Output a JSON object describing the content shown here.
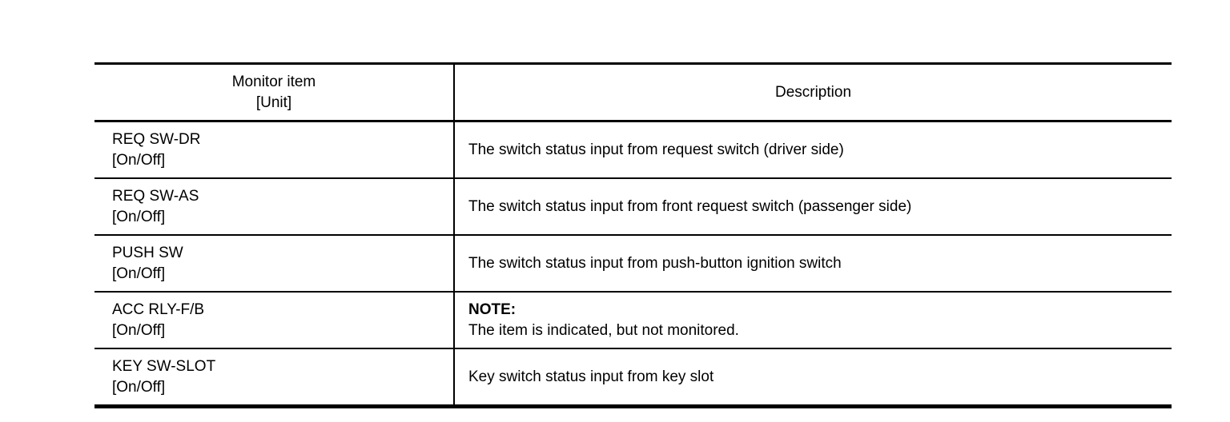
{
  "table": {
    "header": {
      "col1_line1": "Monitor item",
      "col1_line2": "[Unit]",
      "col2": "Description"
    },
    "rows": [
      {
        "item": "REQ SW-DR",
        "unit": "[On/Off]",
        "description": "The switch status input from request switch (driver side)"
      },
      {
        "item": "REQ SW-AS",
        "unit": "[On/Off]",
        "description": "The switch status input from front request switch (passenger side)"
      },
      {
        "item": "PUSH SW",
        "unit": "[On/Off]",
        "description": "The switch status input from push-button ignition switch"
      },
      {
        "item": "ACC RLY-F/B",
        "unit": "[On/Off]",
        "note": "NOTE:",
        "description": "The item is indicated, but not monitored."
      },
      {
        "item": "KEY SW-SLOT",
        "unit": "[On/Off]",
        "description": "Key switch status input from key slot"
      }
    ],
    "colors": {
      "text": "#000000",
      "background": "#ffffff",
      "rule": "#000000"
    }
  }
}
